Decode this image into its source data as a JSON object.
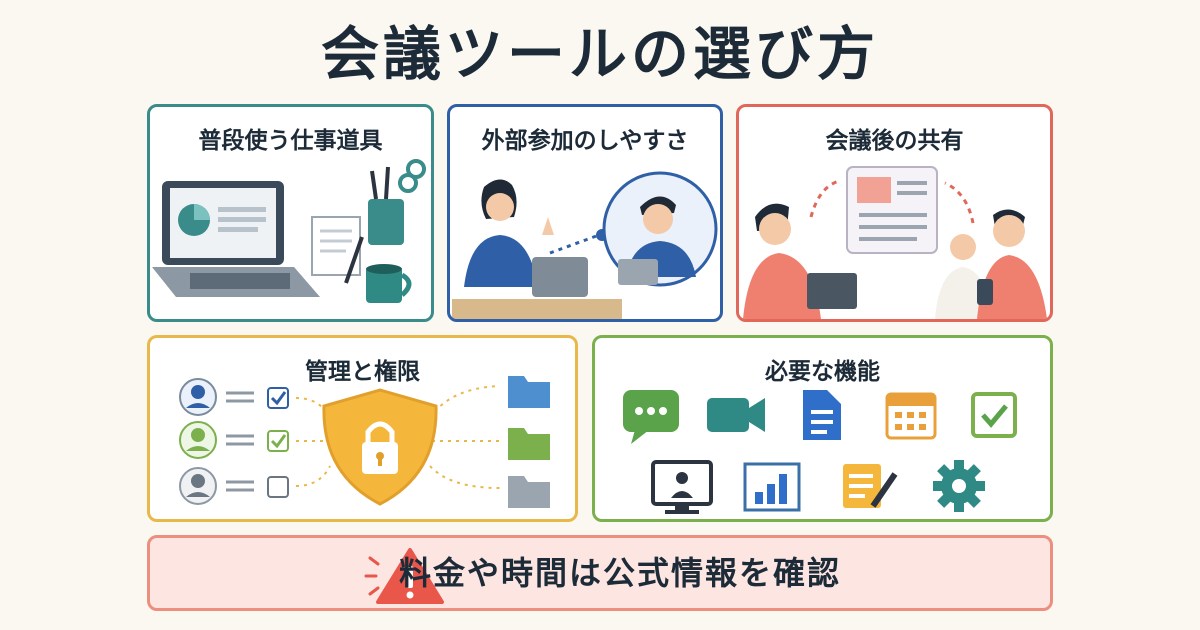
{
  "title": "会議ツールの選び方",
  "cards": [
    {
      "title": "普段使う仕事道具"
    },
    {
      "title": "外部参加のしやすさ"
    },
    {
      "title": "会議後の共有"
    },
    {
      "title": "管理と権限"
    },
    {
      "title": "必要な機能"
    }
  ],
  "banner": {
    "text": "料金や時間は公式情報を確認"
  },
  "colors": {
    "teal": "#3a8c8a",
    "blue": "#2f5fa6",
    "coral": "#e0675a",
    "yellow": "#e9b84a",
    "green": "#7bb04c",
    "warning": "#e8574a"
  },
  "icons": {
    "permissions": [
      "user-icon",
      "list-lines-icon",
      "checkbox-checked-icon",
      "checkbox-empty-icon",
      "shield-lock-icon",
      "folder-icon"
    ],
    "features": [
      "chat-icon",
      "video-camera-icon",
      "document-icon",
      "calendar-icon",
      "check-square-icon",
      "screen-share-icon",
      "bar-chart-icon",
      "note-pen-icon",
      "gear-icon"
    ],
    "banner": "warning-icon"
  }
}
